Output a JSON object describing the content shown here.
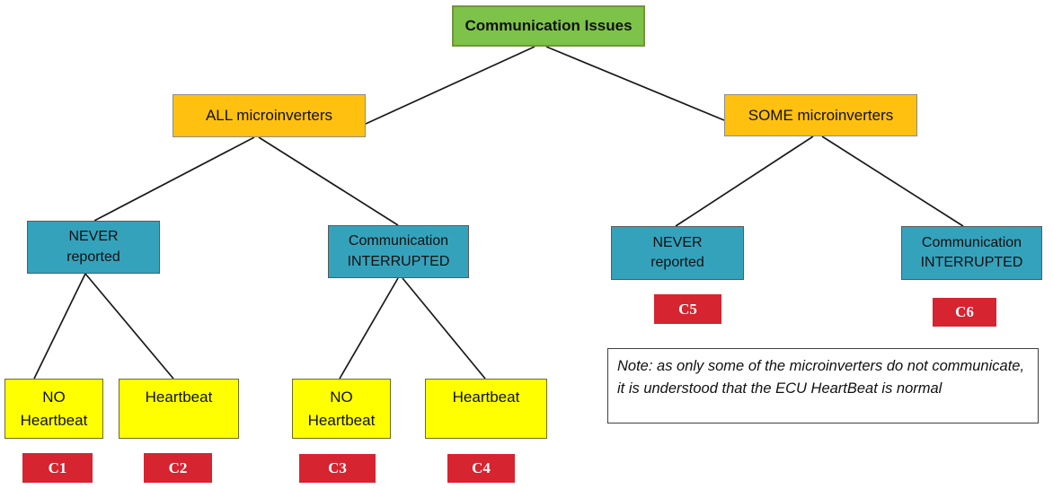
{
  "colors": {
    "green": "#7dc249",
    "orange": "#ffc010",
    "teal": "#35a2bc",
    "yellow": "#ffff00",
    "red": "#d62430",
    "line": "#1a1a1a"
  },
  "nodes": {
    "root": "Communication Issues",
    "all_micro": "ALL microinverters",
    "some_micro": "SOME microinverters",
    "all_never": "NEVER\nreported",
    "all_interrupted": "Communication\nINTERRUPTED",
    "some_never": "NEVER\nreported",
    "some_interrupted": "Communication\nINTERRUPTED",
    "all_never_no_heartbeat": "NO\nHeartbeat",
    "all_never_heartbeat": "Heartbeat",
    "all_interrupted_no_heartbeat": "NO\nHeartbeat",
    "all_interrupted_heartbeat": "Heartbeat"
  },
  "codes": {
    "c1": "C1",
    "c2": "C2",
    "c3": "C3",
    "c4": "C4",
    "c5": "C5",
    "c6": "C6"
  },
  "note": {
    "text": "Note: as only some of the microinverters do not communicate, it is understood that the ECU HeartBeat is normal"
  }
}
